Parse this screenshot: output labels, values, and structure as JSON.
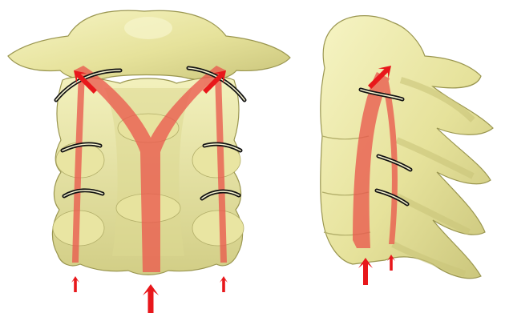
{
  "colors": {
    "background": "#ffffff",
    "bone_fill": "#ece9a6",
    "bone_shade": "#c9c47a",
    "bone_outline": "#9a9650",
    "load_path": "#ea5a4e",
    "arrow": "#e8171b",
    "band_outer": "#111111",
    "band_inner": "#f4f2cf"
  },
  "icons": {
    "arrow": "red-arrow-icon",
    "band": "black-double-line-band"
  },
  "views": [
    {
      "name": "posterior-view"
    },
    {
      "name": "lateral-view"
    }
  ]
}
